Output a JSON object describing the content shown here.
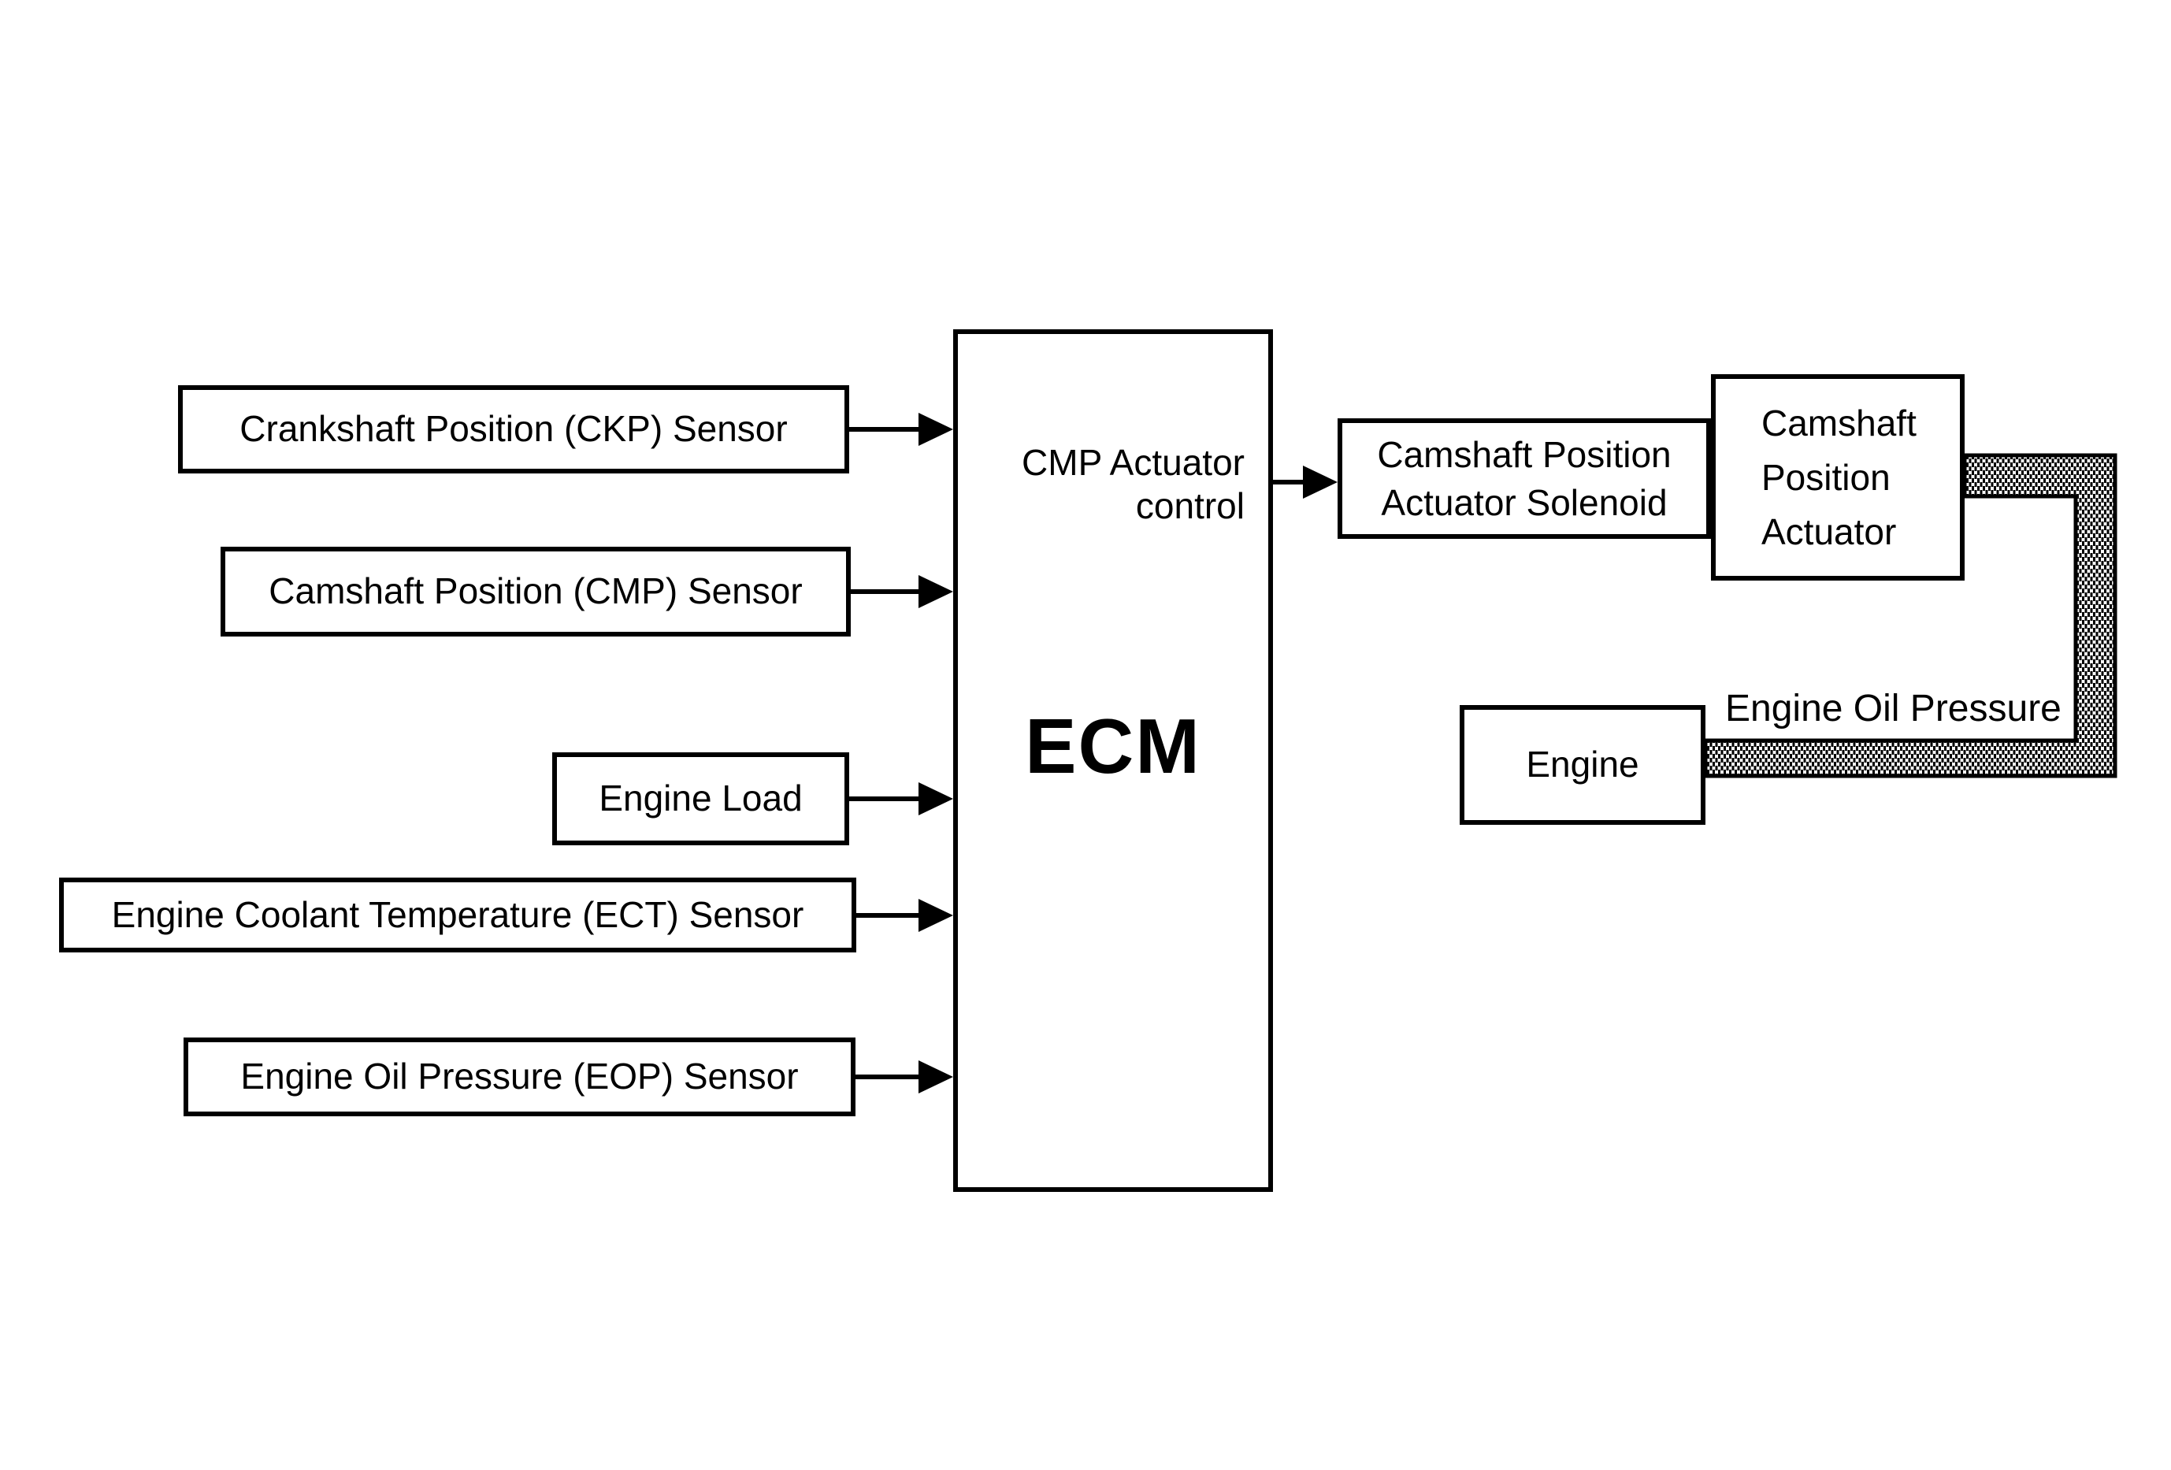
{
  "diagram": {
    "background_color": "#ffffff",
    "line_color": "#000000",
    "pipe_fill": "hatched-black-on-white",
    "nodes": {
      "ckp_sensor": {
        "label": "Crankshaft Position (CKP) Sensor"
      },
      "cmp_sensor": {
        "label": "Camshaft Position (CMP) Sensor"
      },
      "engine_load": {
        "label": "Engine Load"
      },
      "ect_sensor": {
        "label": "Engine Coolant Temperature (ECT) Sensor"
      },
      "eop_sensor": {
        "label": "Engine Oil Pressure (EOP) Sensor"
      },
      "ecm": {
        "label": "ECM",
        "output_label_line1": "CMP Actuator",
        "output_label_line2": "control"
      },
      "cmp_actuator_solenoid": {
        "label_line1": "Camshaft Position",
        "label_line2": "Actuator Solenoid"
      },
      "cmp_actuator": {
        "label_line1": "Camshaft",
        "label_line2": "Position",
        "label_line3": "Actuator"
      },
      "engine": {
        "label": "Engine"
      }
    },
    "pipe_label": "Engine Oil Pressure",
    "connections": [
      {
        "from": "ckp_sensor",
        "to": "ecm",
        "type": "arrow"
      },
      {
        "from": "cmp_sensor",
        "to": "ecm",
        "type": "arrow"
      },
      {
        "from": "engine_load",
        "to": "ecm",
        "type": "arrow"
      },
      {
        "from": "ect_sensor",
        "to": "ecm",
        "type": "arrow"
      },
      {
        "from": "eop_sensor",
        "to": "ecm",
        "type": "arrow"
      },
      {
        "from": "ecm",
        "to": "cmp_actuator_solenoid",
        "type": "arrow",
        "signal": "CMP Actuator control"
      },
      {
        "from": "cmp_actuator_solenoid",
        "to": "cmp_actuator",
        "type": "adjacent"
      },
      {
        "from": "engine",
        "to": "cmp_actuator",
        "type": "hatched_pipe",
        "label": "Engine Oil Pressure"
      }
    ]
  }
}
